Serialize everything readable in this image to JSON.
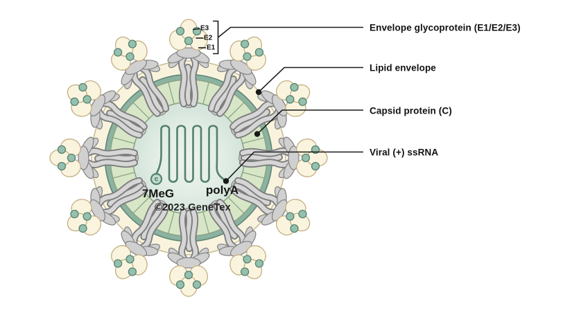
{
  "callouts": {
    "envelope_glycoprotein": "Envelope glycoprotein (E1/E2/E3)",
    "lipid_envelope": "Lipid envelope",
    "capsid_protein": "Capsid protein (C)",
    "viral_ssrna": "Viral (+) ssRNA"
  },
  "spike_labels": {
    "e3": "E3",
    "e2": "E2",
    "e1": "E1"
  },
  "genome_labels": {
    "cap": "7MeG",
    "cap_symbol": "c",
    "polya": "polyA"
  },
  "watermark": "©2023 GeneTex",
  "colors": {
    "background": "#ffffff",
    "lipid_envelope_cream": "#f9f3dd",
    "envelope_outline": "#c9bd99",
    "capsid_shell_teal": "#8cb2a2",
    "capsid_shell_outline": "#5d8674",
    "capsid_block_green": "#d7e6c6",
    "capsid_block_outline": "#8aa585",
    "core_fill_center": "#edf3ed",
    "core_fill_edge": "#cbdfd4",
    "rna_stroke": "#54806d",
    "glycan_dot_fill": "#96c0ae",
    "glycan_dot_outline": "#568270",
    "spike_gray_fill": "#d6d6d6",
    "spike_gray_outline": "#7d7d7d",
    "spike_head_cream": "#faf4de",
    "spike_head_outline": "#c3ae83",
    "callout_line": "#1a1a1a",
    "label_text": "#111111"
  }
}
